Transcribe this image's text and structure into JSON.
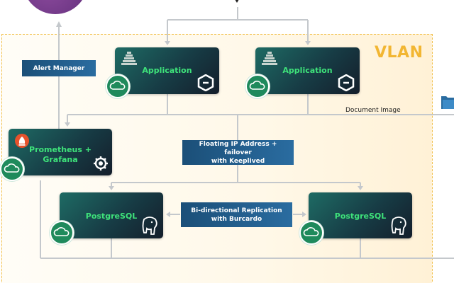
{
  "vlan_label": "VLAN",
  "nodes": {
    "app1": {
      "title": "Application",
      "icon": "pyramid-icon",
      "logo": "g-logo-icon",
      "badge": "cloud-icon"
    },
    "app2": {
      "title": "Application",
      "icon": "pyramid-icon",
      "logo": "g-logo-icon",
      "badge": "cloud-icon"
    },
    "prometheus": {
      "title_line1": "Prometheus +",
      "title_line2": "Grafana",
      "icon": "prometheus-icon",
      "logo": "grafana-icon",
      "badge": "cloud-icon"
    },
    "pg1": {
      "title": "PostgreSQL",
      "logo": "postgresql-elephant-icon",
      "badge": "cloud-icon"
    },
    "pg2": {
      "title": "PostgreSQL",
      "logo": "postgresql-elephant-icon",
      "badge": "cloud-icon"
    }
  },
  "labels": {
    "alert_manager": "Alert Manager",
    "document_image": "Document Image",
    "floating_ip_line1": "Floating IP Address + failover",
    "floating_ip_line2": "with Keeplived",
    "replication_line1": "Bi-directional Replication",
    "replication_line2": "with Burcardo"
  },
  "colors": {
    "accent_green": "#3ee27a",
    "vlan_orange": "#f2b632",
    "label_blue": "#1b4f78",
    "badge_green": "#1f8a5c",
    "connector_gray": "#c4c8cc"
  }
}
